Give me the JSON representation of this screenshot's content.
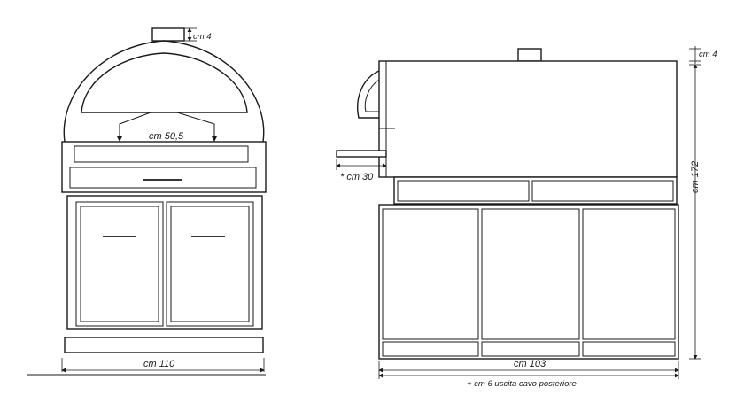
{
  "front_view": {
    "dim_chimney": "cm 4",
    "dim_mouth": "cm 50,5",
    "dim_width": "cm 110"
  },
  "side_view": {
    "dim_chimney": "cm 4",
    "dim_shelf": "* cm 30",
    "dim_height": "cm 172",
    "dim_width": "cm 103",
    "note_cable": "+ cm 6 uscita cavo posteriore"
  }
}
